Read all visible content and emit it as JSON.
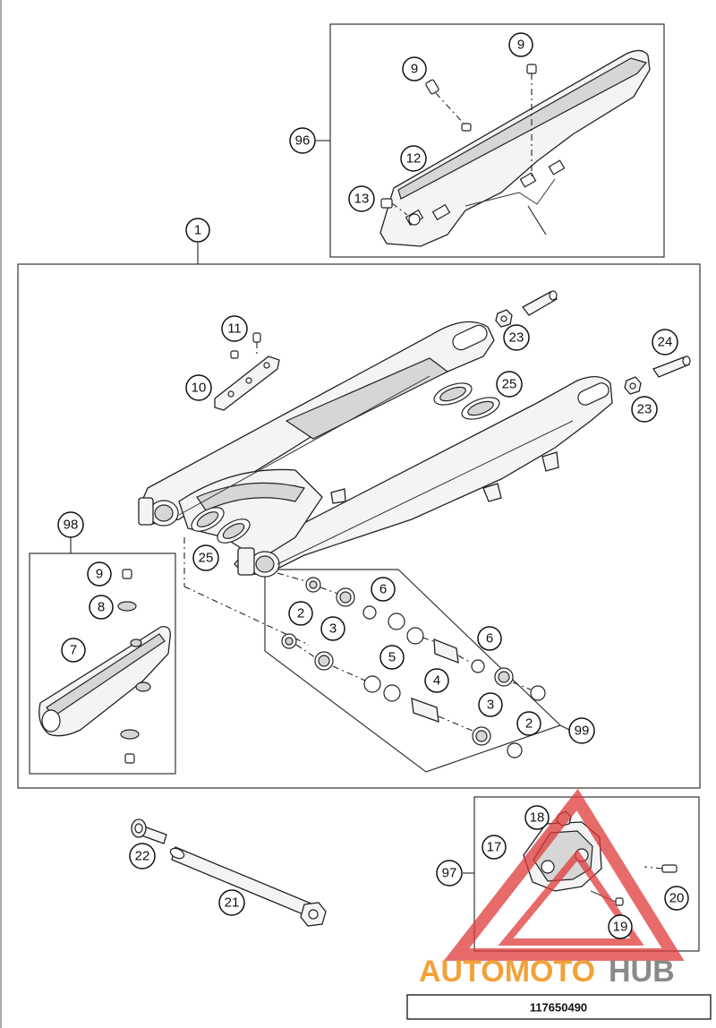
{
  "reference_number": "117650490",
  "watermark": {
    "brand_part1": "AUTOMOTO",
    "brand_part2": "HUB",
    "color_red": "#e03a3a",
    "color_orange": "#f2a23a",
    "color_grey": "#8a8a8a"
  },
  "callouts": {
    "c1": "1",
    "c2a": "2",
    "c2b": "2",
    "c3a": "3",
    "c3b": "3",
    "c4": "4",
    "c5": "5",
    "c6a": "6",
    "c6b": "6",
    "c7": "7",
    "c8": "8",
    "c9a": "9",
    "c9b": "9",
    "c9c": "9",
    "c10": "10",
    "c11": "11",
    "c12": "12",
    "c13": "13",
    "c17": "17",
    "c18": "18",
    "c19": "19",
    "c20": "20",
    "c21": "21",
    "c22": "22",
    "c23a": "23",
    "c23b": "23",
    "c24": "24",
    "c25a": "25",
    "c25b": "25",
    "c96": "96",
    "c97": "97",
    "c98": "98",
    "c99": "99"
  }
}
